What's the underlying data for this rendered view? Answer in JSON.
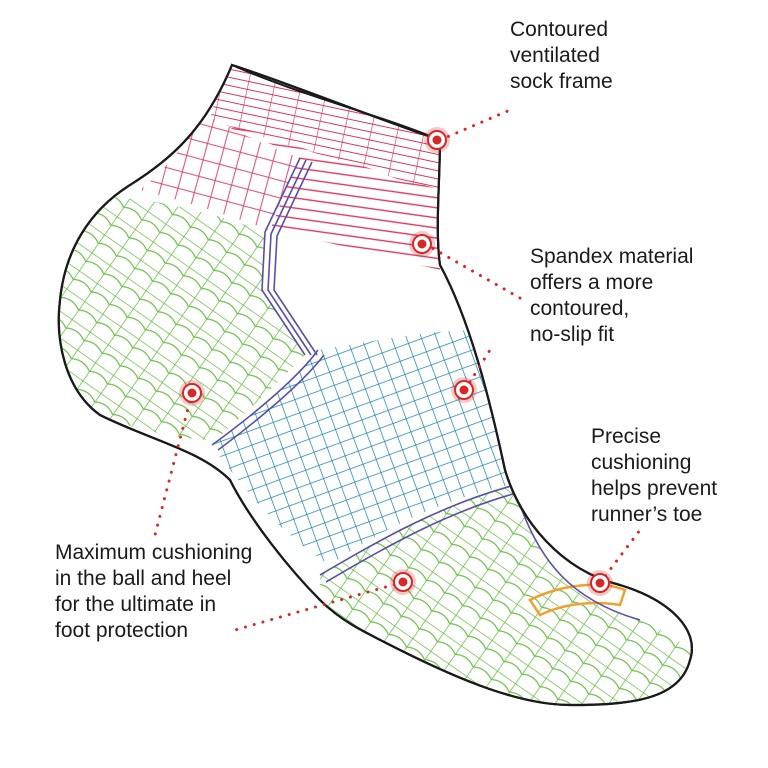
{
  "callouts": {
    "frame": [
      "Contoured",
      "ventilated",
      "sock frame"
    ],
    "spandex": [
      "Spandex material",
      "offers a more",
      "contoured,",
      "no-slip fit"
    ],
    "toe": [
      "Precise",
      "cushioning",
      "helps prevent",
      "runner’s toe"
    ],
    "cushion": [
      "Maximum cushioning",
      "in the ball and heel",
      "for the ultimate in",
      "foot protection"
    ]
  },
  "colors": {
    "outline": "#1a1a1a",
    "cuff": "#d8385f",
    "heel_toe_mesh": "#6cc04a",
    "arch_mesh": "#1f86ad",
    "seam": "#5a4fa8",
    "toe_accent": "#f0a030",
    "marker": "#d62828",
    "leader_dots": "#d62828"
  }
}
